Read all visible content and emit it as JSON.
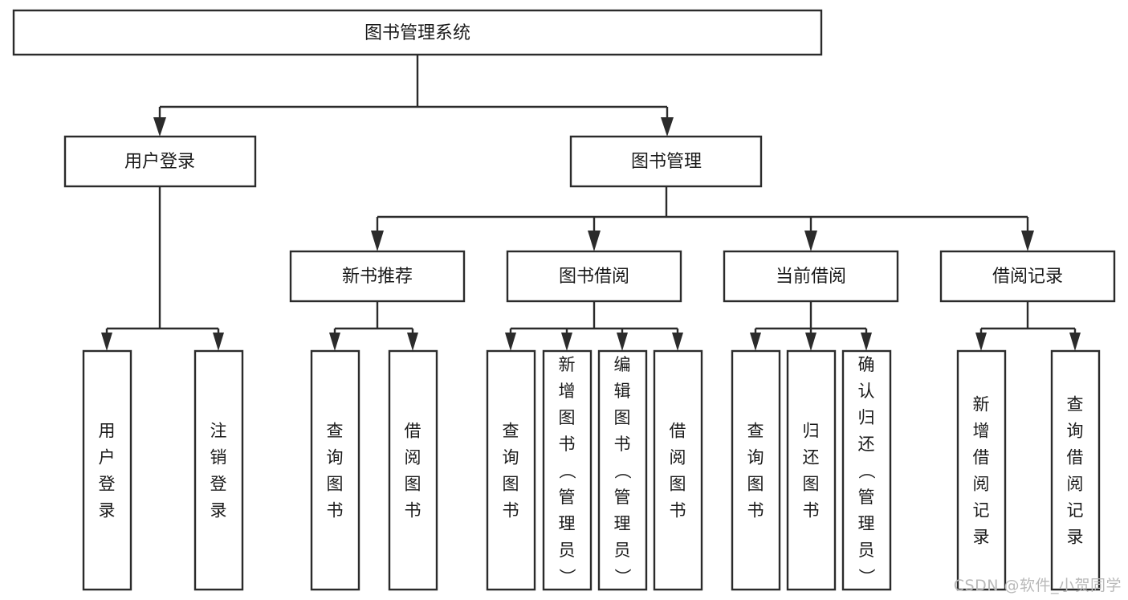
{
  "diagram": {
    "title_node": {
      "label": "图书管理系统"
    },
    "level2": [
      {
        "id": "user-login",
        "label": "用户登录"
      },
      {
        "id": "book-management",
        "label": "图书管理"
      }
    ],
    "level3": [
      {
        "id": "new-book-recommend",
        "label": "新书推荐"
      },
      {
        "id": "book-borrow",
        "label": "图书借阅"
      },
      {
        "id": "current-borrow",
        "label": "当前借阅"
      },
      {
        "id": "borrow-record",
        "label": "借阅记录"
      }
    ],
    "leaves": {
      "user_login": [
        {
          "id": "leaf-user-login",
          "label": "用户登录"
        },
        {
          "id": "leaf-logout-login",
          "label": "注销登录"
        }
      ],
      "new_book_recommend": [
        {
          "id": "leaf-query-book-1",
          "label": "查询图书"
        },
        {
          "id": "leaf-borrow-book-1",
          "label": "借阅图书"
        }
      ],
      "book_borrow": [
        {
          "id": "leaf-query-book-2",
          "label": "查询图书"
        },
        {
          "id": "leaf-add-book",
          "label": "新增图书（管理员）"
        },
        {
          "id": "leaf-edit-book",
          "label": "编辑图书（管理员）"
        },
        {
          "id": "leaf-borrow-book-2",
          "label": "借阅图书"
        }
      ],
      "current_borrow": [
        {
          "id": "leaf-query-book-3",
          "label": "查询图书"
        },
        {
          "id": "leaf-return-book",
          "label": "归还图书"
        },
        {
          "id": "leaf-confirm-return",
          "label": "确认归还（管理员）"
        }
      ],
      "borrow_record": [
        {
          "id": "leaf-add-record",
          "label": "新增借阅记录"
        },
        {
          "id": "leaf-query-record",
          "label": "查询借阅记录"
        }
      ]
    },
    "watermark": "CSDN @软件_小贺同学",
    "colors": {
      "stroke": "#2b2b2b",
      "box_fill": "#ffffff",
      "text": "#1a1a1a",
      "watermark": "#b9b9b9",
      "background": "#ffffff"
    }
  }
}
